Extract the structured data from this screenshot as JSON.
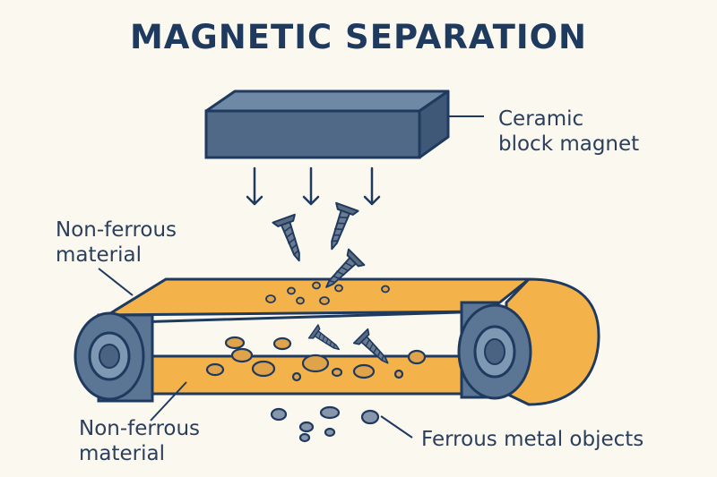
{
  "title": "MAGNETIC SEPARATION",
  "labels": {
    "magnet": "Ceramic\nblock magnet",
    "non_ferrous_top": "Non-ferrous\nmaterial",
    "non_ferrous_bottom": "Non-ferrous\nmaterial",
    "ferrous": "Ferrous metal objects"
  },
  "colors": {
    "navy": "#1f3a5f",
    "magnet": "#4f6987",
    "belt": "#f3b24a",
    "roller": "#5b7594",
    "pebble": "#e0a349",
    "screw": "#5a6b80",
    "ground_stone": "#8796ab"
  }
}
